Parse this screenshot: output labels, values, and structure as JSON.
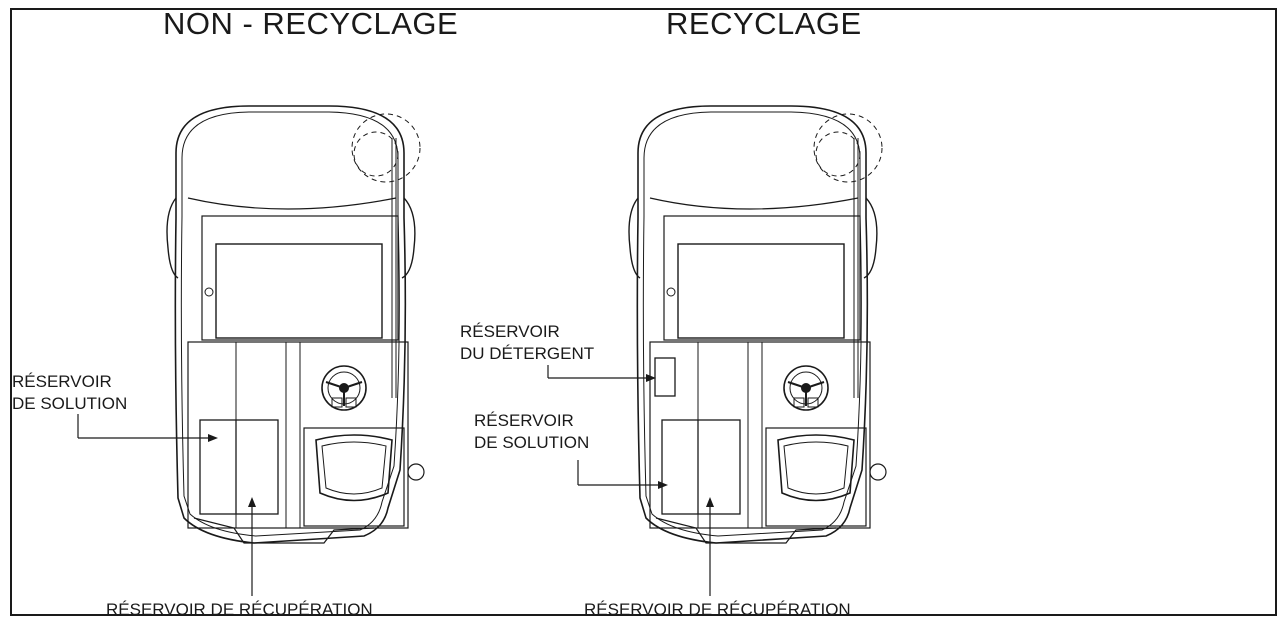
{
  "titles": {
    "left": "NON - RECYCLAGE",
    "right": "RECYCLAGE"
  },
  "left_labels": {
    "solution_line1": "RÉSERVOIR",
    "solution_line2": "DE SOLUTION",
    "recovery": "RÉSERVOIR DE RÉCUPÉRATION"
  },
  "right_labels": {
    "detergent_line1": "RÉSERVOIR",
    "detergent_line2": "DU DÉTERGENT",
    "solution_line1": "RÉSERVOIR",
    "solution_line2": "DE SOLUTION",
    "recovery": "RÉSERVOIR DE RÉCUPÉRATION"
  },
  "colors": {
    "ink": "#1a1a1a",
    "background": "#ffffff"
  }
}
